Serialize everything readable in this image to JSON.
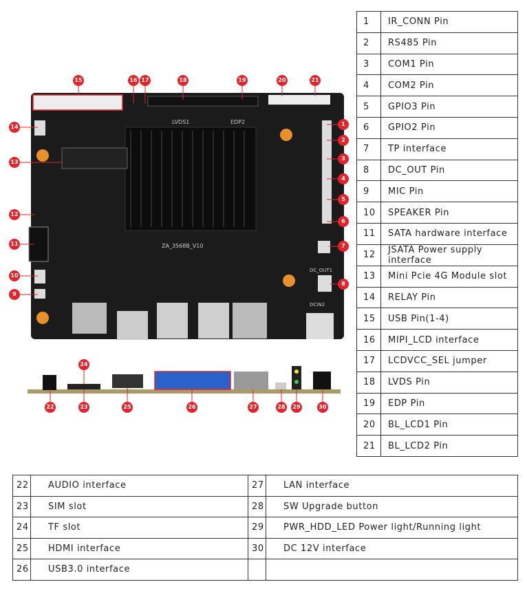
{
  "top_table": [
    {
      "num": "1",
      "label": "IR_CONN Pin"
    },
    {
      "num": "2",
      "label": "RS485 Pin"
    },
    {
      "num": "3",
      "label": "COM1 Pin"
    },
    {
      "num": "4",
      "label": "COM2 Pin"
    },
    {
      "num": "5",
      "label": "GPIO3 Pin"
    },
    {
      "num": "6",
      "label": "GPIO2 Pin"
    },
    {
      "num": "7",
      "label": "TP interface"
    },
    {
      "num": "8",
      "label": "DC_OUT Pin"
    },
    {
      "num": "9",
      "label": "MIC Pin"
    },
    {
      "num": "10",
      "label": "SPEAKER Pin"
    },
    {
      "num": "11",
      "label": "SATA hardware interface"
    },
    {
      "num": "12",
      "label": "JSATA Power supply interface"
    },
    {
      "num": "13",
      "label": "Mini Pcie 4G Module slot"
    },
    {
      "num": "14",
      "label": "RELAY Pin"
    },
    {
      "num": "15",
      "label": "USB Pin(1-4)"
    },
    {
      "num": "16",
      "label": "MIPI_LCD interface"
    },
    {
      "num": "17",
      "label": "LCDVCC_SEL jumper"
    },
    {
      "num": "18",
      "label": "LVDS Pin"
    },
    {
      "num": "19",
      "label": "EDP Pin"
    },
    {
      "num": "20",
      "label": "BL_LCD1 Pin"
    },
    {
      "num": "21",
      "label": "BL_LCD2 Pin"
    }
  ],
  "bottom_table": [
    [
      {
        "num": "22",
        "label": "AUDIO interface"
      },
      {
        "num": "27",
        "label": "LAN interface"
      }
    ],
    [
      {
        "num": "23",
        "label": "SIM slot"
      },
      {
        "num": "28",
        "label": "SW Upgrade button"
      }
    ],
    [
      {
        "num": "24",
        "label": "TF slot"
      },
      {
        "num": "29",
        "label": "PWR_HDD_LED Power light/Running light"
      }
    ],
    [
      {
        "num": "25",
        "label": "HDMI interface"
      },
      {
        "num": "30",
        "label": "DC 12V interface"
      }
    ],
    [
      {
        "num": "26",
        "label": "USB3.0 interface"
      },
      {
        "num": "",
        "label": ""
      }
    ]
  ],
  "board_silkscreen": {
    "model": "ZA_3568B_V10",
    "lvds": "LVDS1",
    "edp": "EDP2",
    "dc_out": "DC_OUT1",
    "dcin": "DCIN2"
  },
  "colors": {
    "marker": "#e3242b",
    "pcb": "#1a1a1a",
    "mount_hole": "#e8902a",
    "usb_blue": "#2a62c9"
  },
  "markers": [
    "1",
    "2",
    "3",
    "4",
    "5",
    "6",
    "7",
    "8",
    "9",
    "10",
    "11",
    "12",
    "13",
    "14",
    "15",
    "16",
    "17",
    "18",
    "19",
    "20",
    "21",
    "22",
    "23",
    "24",
    "25",
    "26",
    "27",
    "28",
    "29",
    "30"
  ]
}
